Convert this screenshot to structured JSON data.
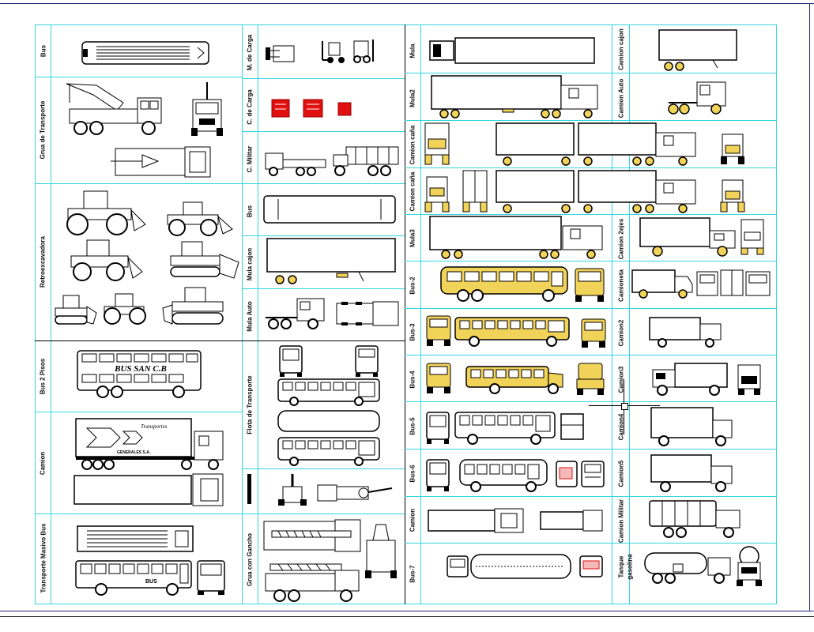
{
  "drawing": {
    "left_column": {
      "labels": {
        "bus": "Bus",
        "grua_transporte": "Grua de Transporte",
        "retroexcavadora": "Retroexcavadora",
        "bus_2_pisos": "Bus 2 Pisos",
        "camion": "Camion",
        "transporte_masivo_bus": "Transporte Masivo Bus"
      },
      "bus2pisos_text": "BUS SAN C.B",
      "camion_trailer_text": "Transportes",
      "camion_trailer_text2": "GENERALES S.A.",
      "masivo_text": "BUS"
    },
    "middle_column": {
      "labels": {
        "m_de_carga": "M. de Carga",
        "c_de_carga": "C. de Carga",
        "c_militar": "C. Militar",
        "bus": "Bus",
        "mula_cajon": "Mula cajon",
        "mula_auto": "Mula Auto",
        "flota_transporte": "Flota de Transporte",
        "grua_con_gancho": "Grua con Gancho"
      }
    },
    "right_center_column": {
      "labels": {
        "mula": "Mula",
        "mula2": "Mula2",
        "camion_cana_1": "Camion caña",
        "camion_cana_2": "Camion caña",
        "mula3": "Mula3",
        "bus_2": "Bus-2",
        "bus_3": "Bus-3",
        "bus_4": "Bus-4",
        "bus_5": "Bus-5",
        "bus_6": "Bus-6",
        "camion": "Camion",
        "bus_7": "Bus-7"
      }
    },
    "right_column": {
      "labels": {
        "camion_cajon": "Camion cajon",
        "camion_auto": "Camion Auto",
        "camion_2ejes": "Camion 2ejes",
        "camioneta": "Camioneta",
        "camion2": "Camion2",
        "camion3": "Camion3",
        "camion4": "Camion4",
        "camion5": "Camion5",
        "camion_militar": "Camion Militar",
        "tanque_gasolina_1": "Tanque",
        "tanque_gasolina_2": "gasolina"
      }
    }
  },
  "colors": {
    "background": "#ffffff",
    "grid": "#33d6e0",
    "frame": "#1f2a7a",
    "ink": "#000000",
    "fill": "#f2d35a",
    "accent_red": "#e01010"
  },
  "icons": [
    "truck-icon",
    "bus-icon",
    "crane-icon",
    "bulldozer-icon",
    "trailer-icon",
    "forklift-icon"
  ]
}
